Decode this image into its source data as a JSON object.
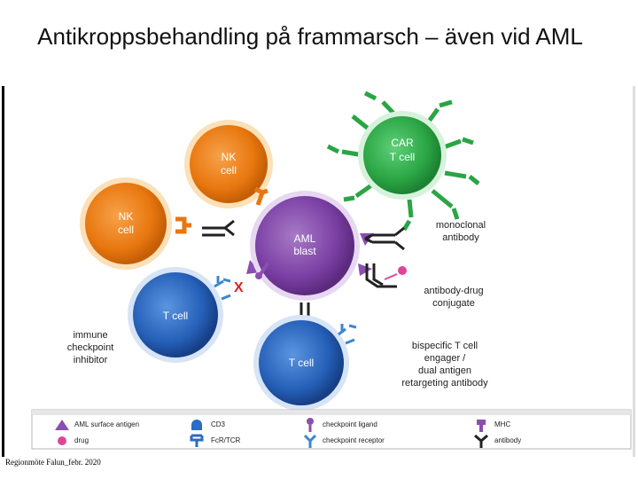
{
  "slide": {
    "title": "Antikroppsbehandling på frammarsch – även vid AML",
    "footer": "Regionmöte Falun_febr. 2020"
  },
  "diagram": {
    "cells": {
      "nk_top": {
        "line1": "NK",
        "line2": "cell"
      },
      "nk_left": {
        "line1": "NK",
        "line2": "cell"
      },
      "car_t": {
        "line1": "CAR",
        "line2": "T cell"
      },
      "aml": {
        "line1": "AML",
        "line2": "blast"
      },
      "t_left": {
        "label": "T cell"
      },
      "t_bottom": {
        "label": "T cell"
      }
    },
    "annotations": {
      "monoclonal": [
        "monoclonal",
        "antibody"
      ],
      "adc": [
        "antibody-drug",
        "conjugate"
      ],
      "bispecific": [
        "bispecific T cell",
        "engager /",
        "dual antigen",
        "retargeting antibody"
      ],
      "checkpoint": [
        "immune",
        "checkpoint",
        "inhibitor"
      ]
    },
    "legend": [
      {
        "icon": "aml-surface-antigen-icon",
        "label": "AML surface antigen"
      },
      {
        "icon": "cd3-icon",
        "label": "CD3"
      },
      {
        "icon": "checkpoint-ligand-icon",
        "label": "checkpoint ligand"
      },
      {
        "icon": "mhc-icon",
        "label": "MHC"
      },
      {
        "icon": "drug-icon",
        "label": "drug"
      },
      {
        "icon": "fcr-tcr-icon",
        "label": "FcR/TCR"
      },
      {
        "icon": "checkpoint-receptor-icon",
        "label": "checkpoint receptor"
      },
      {
        "icon": "antibody-icon",
        "label": "antibody"
      }
    ],
    "colors": {
      "orange": "#f08a1c",
      "green": "#2fb24a",
      "purple": "#8a4fb0",
      "blue": "#2b6cc4",
      "pink": "#e0459a"
    }
  }
}
